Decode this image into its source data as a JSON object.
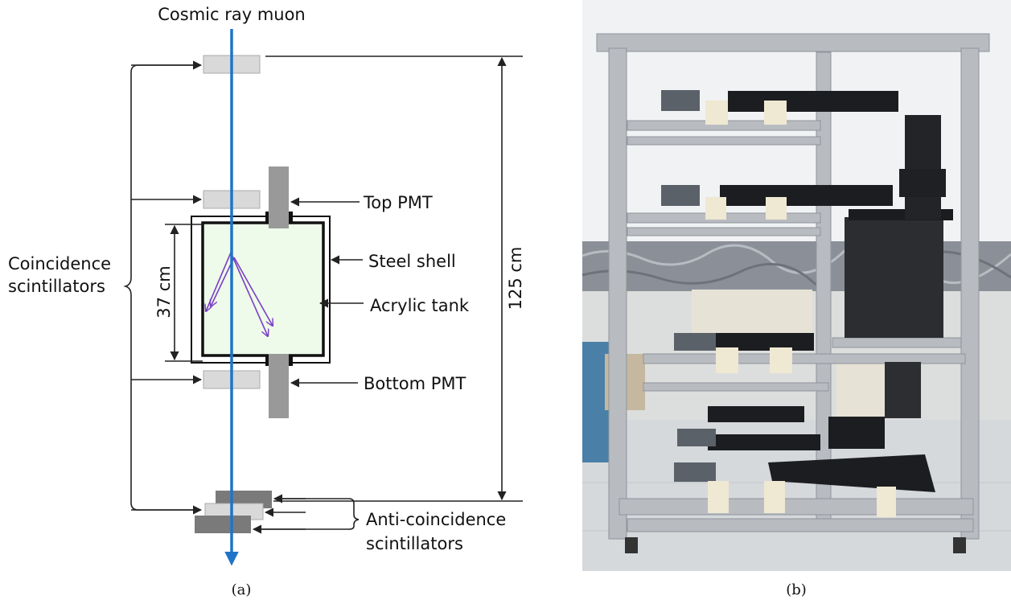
{
  "panel_a": {
    "caption": "(a)",
    "title": "Cosmic ray muon",
    "labels": {
      "coincidence_line1": "Coincidence",
      "coincidence_line2": "scintillators",
      "top_pmt": "Top PMT",
      "steel_shell": "Steel shell",
      "acrylic_tank": "Acrylic tank",
      "bottom_pmt": "Bottom PMT",
      "anti_line1": "Anti-coincidence",
      "anti_line2": "scintillators",
      "tank_height": "37 cm",
      "total_height": "125 cm"
    },
    "colors": {
      "muon": "#1f74c8",
      "photons": "#7a3fc4",
      "tank_fill": "#eefaea",
      "scint_light": "#d9d9d9",
      "scint_dark": "#7a7a7a",
      "pmt": "#999999"
    }
  },
  "panel_b": {
    "caption": "(b)"
  }
}
